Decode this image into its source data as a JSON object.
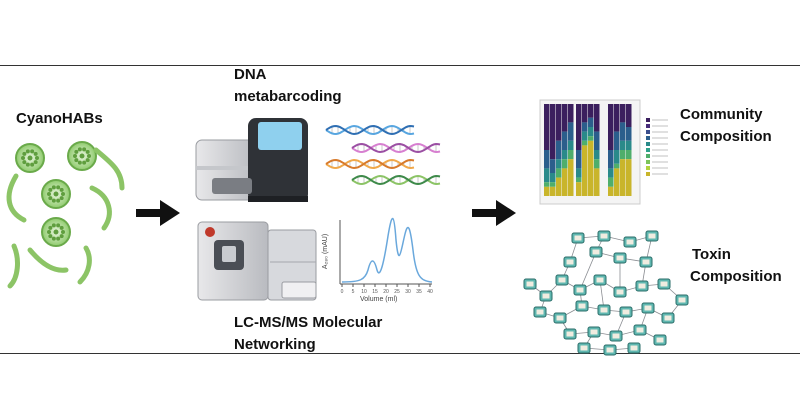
{
  "input": {
    "title": "CyanoHABs"
  },
  "methods": {
    "dna": {
      "line1": "DNA",
      "line2": "metabarcoding"
    },
    "lcms": {
      "line1": "LC-MS/MS Molecular",
      "line2": "Networking"
    },
    "chromatogram": {
      "xlabel": "Volume (ml)",
      "ylabel": "A₂₈₀ (mAU)",
      "ticks": [
        "0",
        "5",
        "10",
        "15",
        "20",
        "25",
        "30",
        "35",
        "40"
      ]
    }
  },
  "outputs": {
    "community": {
      "line1": "Community",
      "line2": "Composition"
    },
    "toxin": {
      "line1": "Toxin",
      "line2": "Composition"
    }
  },
  "colors": {
    "cyano_green": "#7bbf5a",
    "arrow": "#111111",
    "instrument_dark": "#2f3237",
    "node": "#5fb7b0",
    "bar_purple": "#3b1f5e",
    "bar_teal": "#2a8a8a",
    "bar_yellow": "#c9b52b",
    "chromatogram_line": "#6aa8dc"
  }
}
